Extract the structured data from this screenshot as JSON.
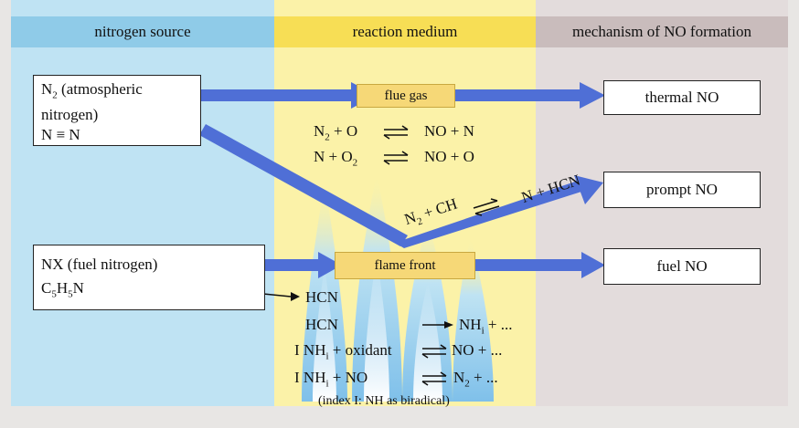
{
  "headers": {
    "nitrogen_source": "nitrogen source",
    "reaction_medium": "reaction medium",
    "mechanism": "mechanism of NO formation"
  },
  "sources": {
    "atmospheric_line1": "N",
    "atmospheric_sub": "2",
    "atmospheric_line1_rest": " (atmospheric",
    "atmospheric_line2": "nitrogen)",
    "atmospheric_line3": "N ≡ N",
    "fuel_line1": "NX (fuel nitrogen)",
    "fuel_line2": "C",
    "fuel_sub1": "5",
    "fuel_mid": "H",
    "fuel_sub2": "5",
    "fuel_end": "N"
  },
  "medium": {
    "flue_gas": "flue gas",
    "flame_front": "flame front"
  },
  "outputs": {
    "thermal": "thermal NO",
    "prompt": "prompt NO",
    "fuel": "fuel NO"
  },
  "reactions": {
    "r1_left": "N",
    "r1_sub": "2",
    "r1_left_rest": " + O",
    "r1_right": "NO + N",
    "r2_left": "N + O",
    "r2_sub": "2",
    "r2_right": "NO + O",
    "prompt_left": "N",
    "prompt_sub": "2",
    "prompt_left_rest": " + CH",
    "prompt_right": "N + HCN",
    "f1": "HCN",
    "f2_left": "HCN",
    "f2_right": "NH",
    "f2_sub": "i",
    "f2_right_rest": " + ...",
    "f3_left": "I NH",
    "f3_sub": "i",
    "f3_left_rest": " + oxidant",
    "f3_right": "NO + ...",
    "f4_left": "I NH",
    "f4_sub": "i",
    "f4_left_rest": " + NO",
    "f4_right": "N",
    "f4_right_sub": "2",
    "f4_right_rest": " + ...",
    "note": "(index I: NH as biradical)"
  },
  "colors": {
    "blue_band": "#bfe3f3",
    "yellow_band": "#fbf2a8",
    "gray_band": "#e3dcdc",
    "arrow_blue": "#4f6fd6",
    "flame_blue": "#9fd3f0",
    "box_yellow": "#f6d877"
  }
}
